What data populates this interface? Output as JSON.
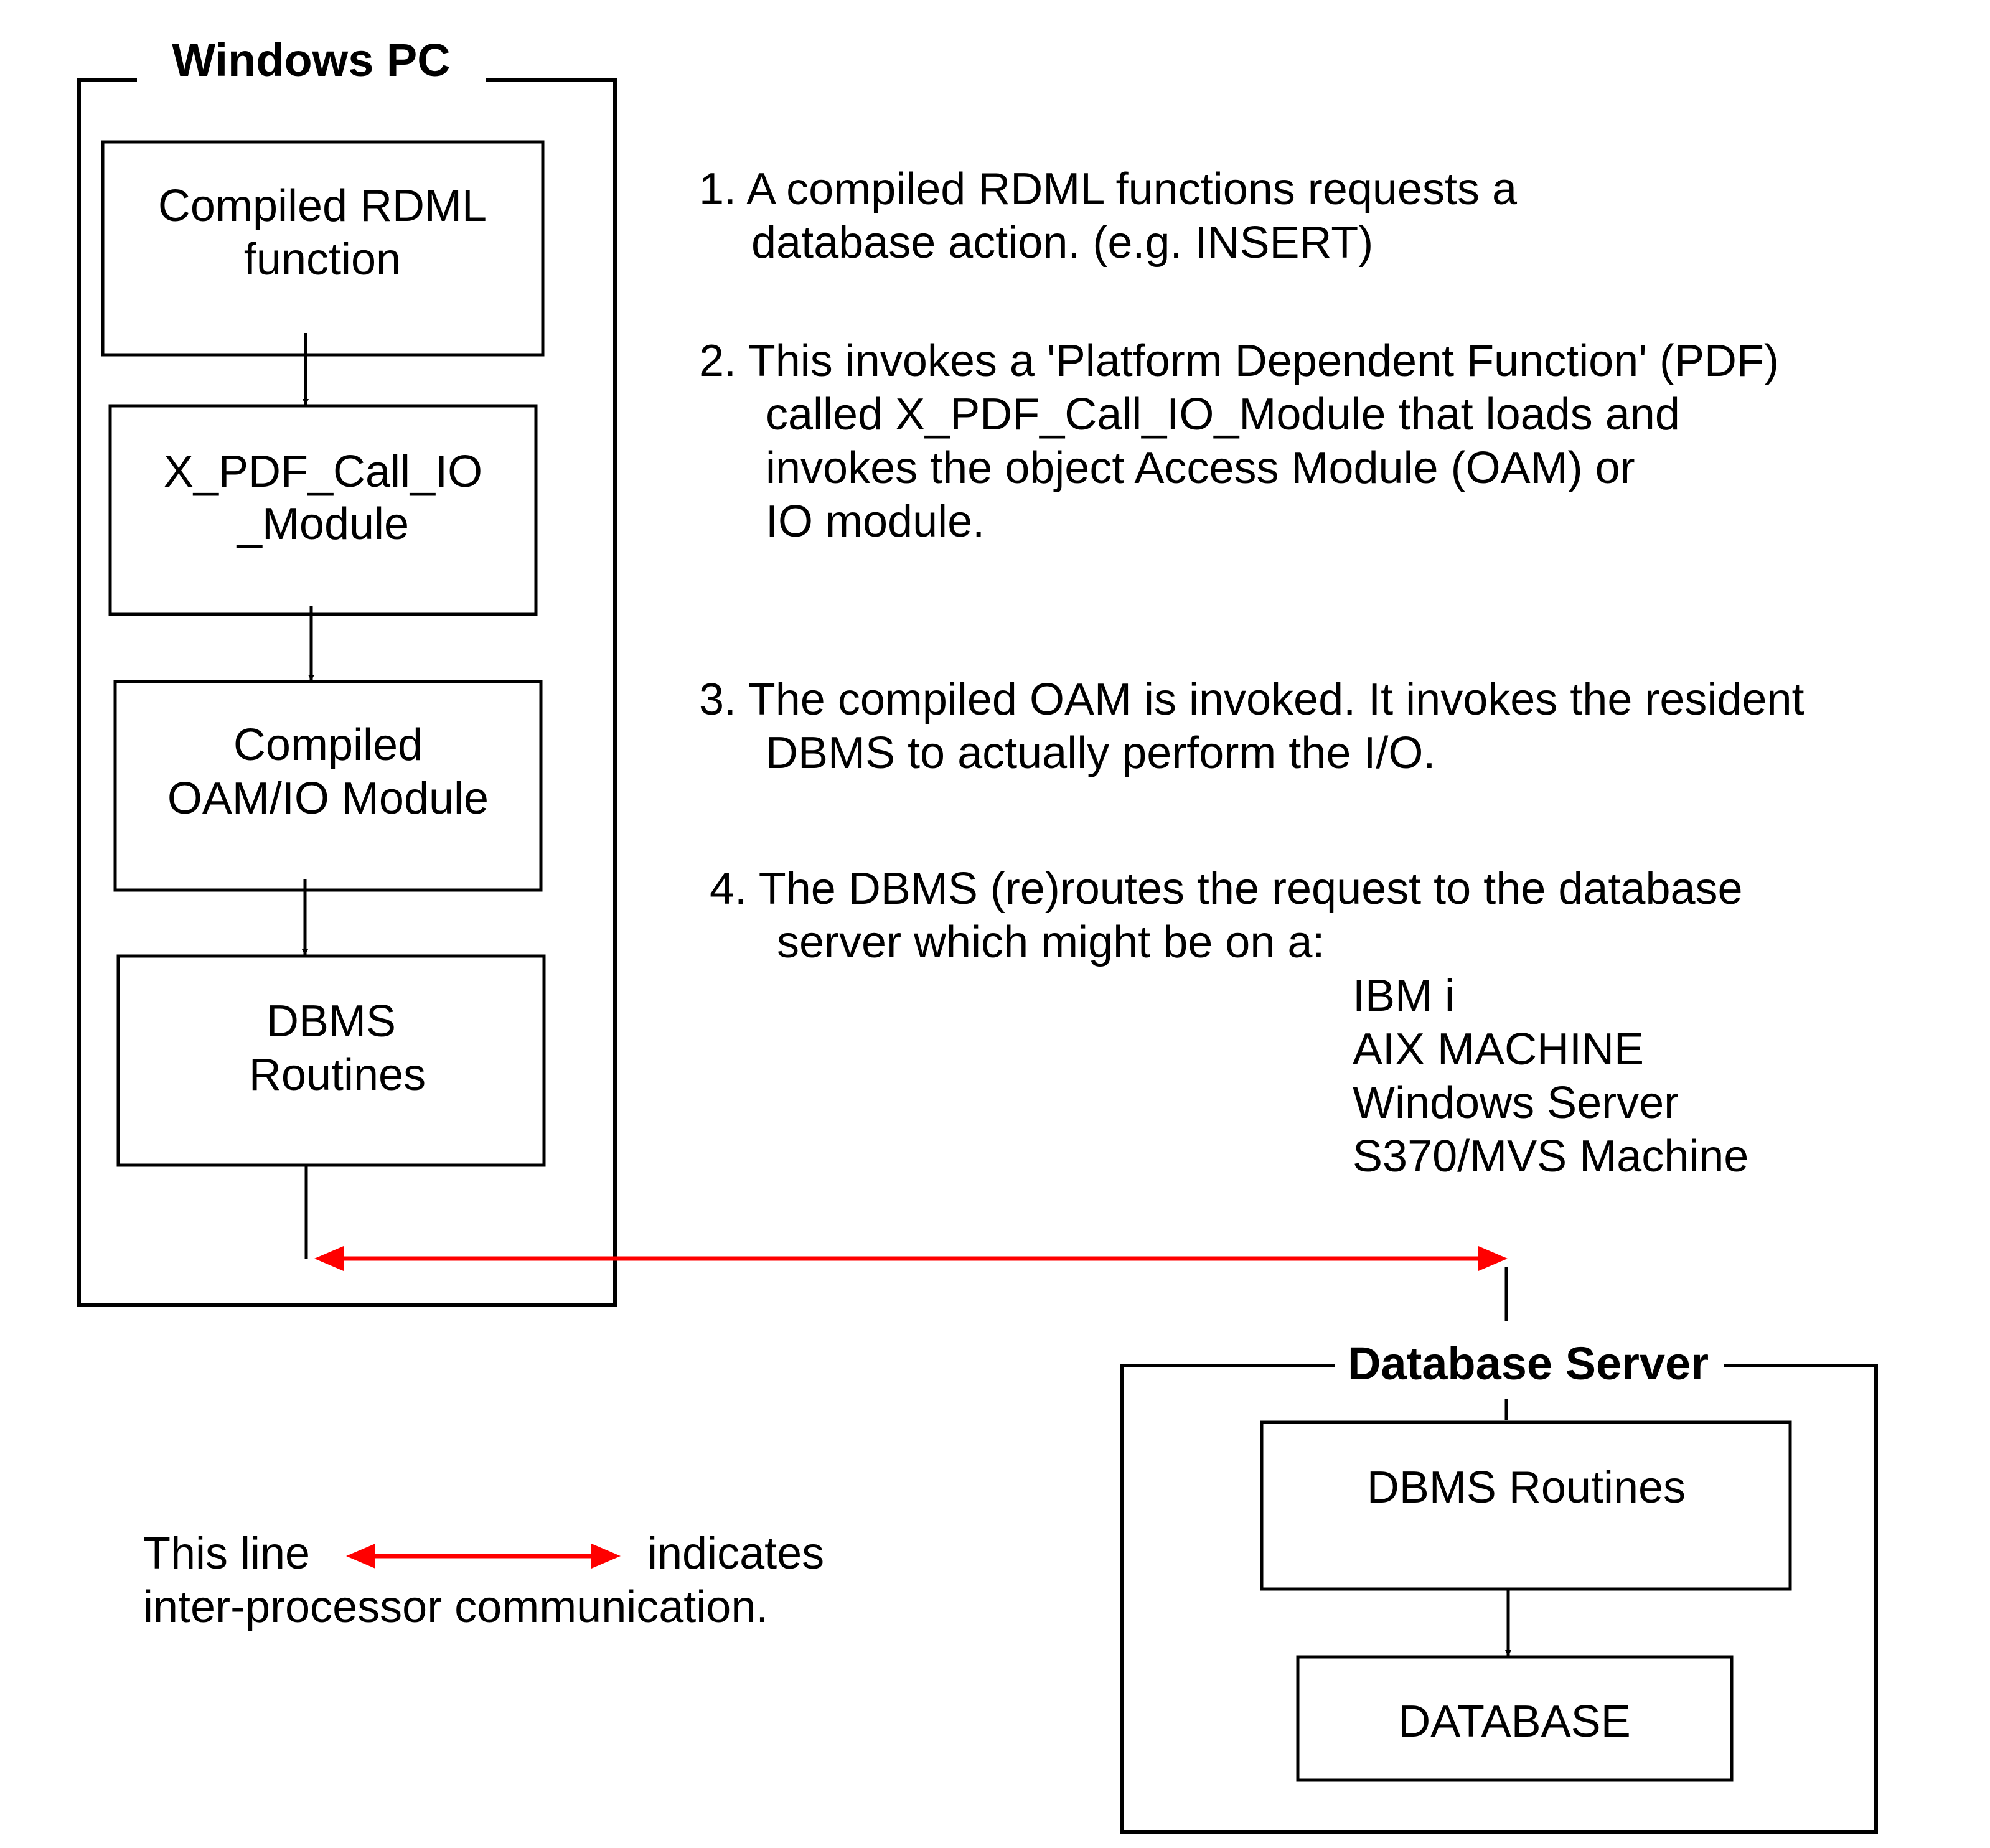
{
  "colors": {
    "line": "#000000",
    "comm_line": "#ff0000",
    "background": "#ffffff"
  },
  "windows_pc": {
    "title": "Windows PC",
    "boxes": [
      {
        "lines": [
          "Compiled RDML",
          "function"
        ]
      },
      {
        "lines": [
          "X_PDF_Call_IO",
          "_Module"
        ]
      },
      {
        "lines": [
          "Compiled",
          "OAM/IO Module"
        ]
      },
      {
        "lines": [
          "DBMS",
          "Routines"
        ]
      }
    ]
  },
  "database_server": {
    "title": "Database Server",
    "boxes": [
      {
        "lines": [
          "DBMS Routines"
        ]
      },
      {
        "lines": [
          "DATABASE"
        ]
      }
    ]
  },
  "steps": [
    {
      "lines": [
        "1. A compiled RDML functions requests a",
        "database action. (e.g. INSERT)"
      ]
    },
    {
      "lines": [
        "2. This invokes a 'Platform Dependent Function' (PDF)",
        "called X_PDF_Call_IO_Module that loads and",
        "invokes the object Access Module (OAM) or",
        "IO module."
      ]
    },
    {
      "lines": [
        "3. The compiled OAM is invoked. It invokes the resident",
        "DBMS to actually perform the I/O."
      ]
    },
    {
      "lines": [
        "4. The DBMS (re)routes the request to the database",
        "server which might be on a:"
      ]
    }
  ],
  "server_platforms": [
    "IBM i",
    "AIX MACHINE",
    "Windows Server",
    "S370/MVS Machine"
  ],
  "legend": {
    "prefix": "This line",
    "suffix": "indicates",
    "line2": "inter-processor communication."
  }
}
